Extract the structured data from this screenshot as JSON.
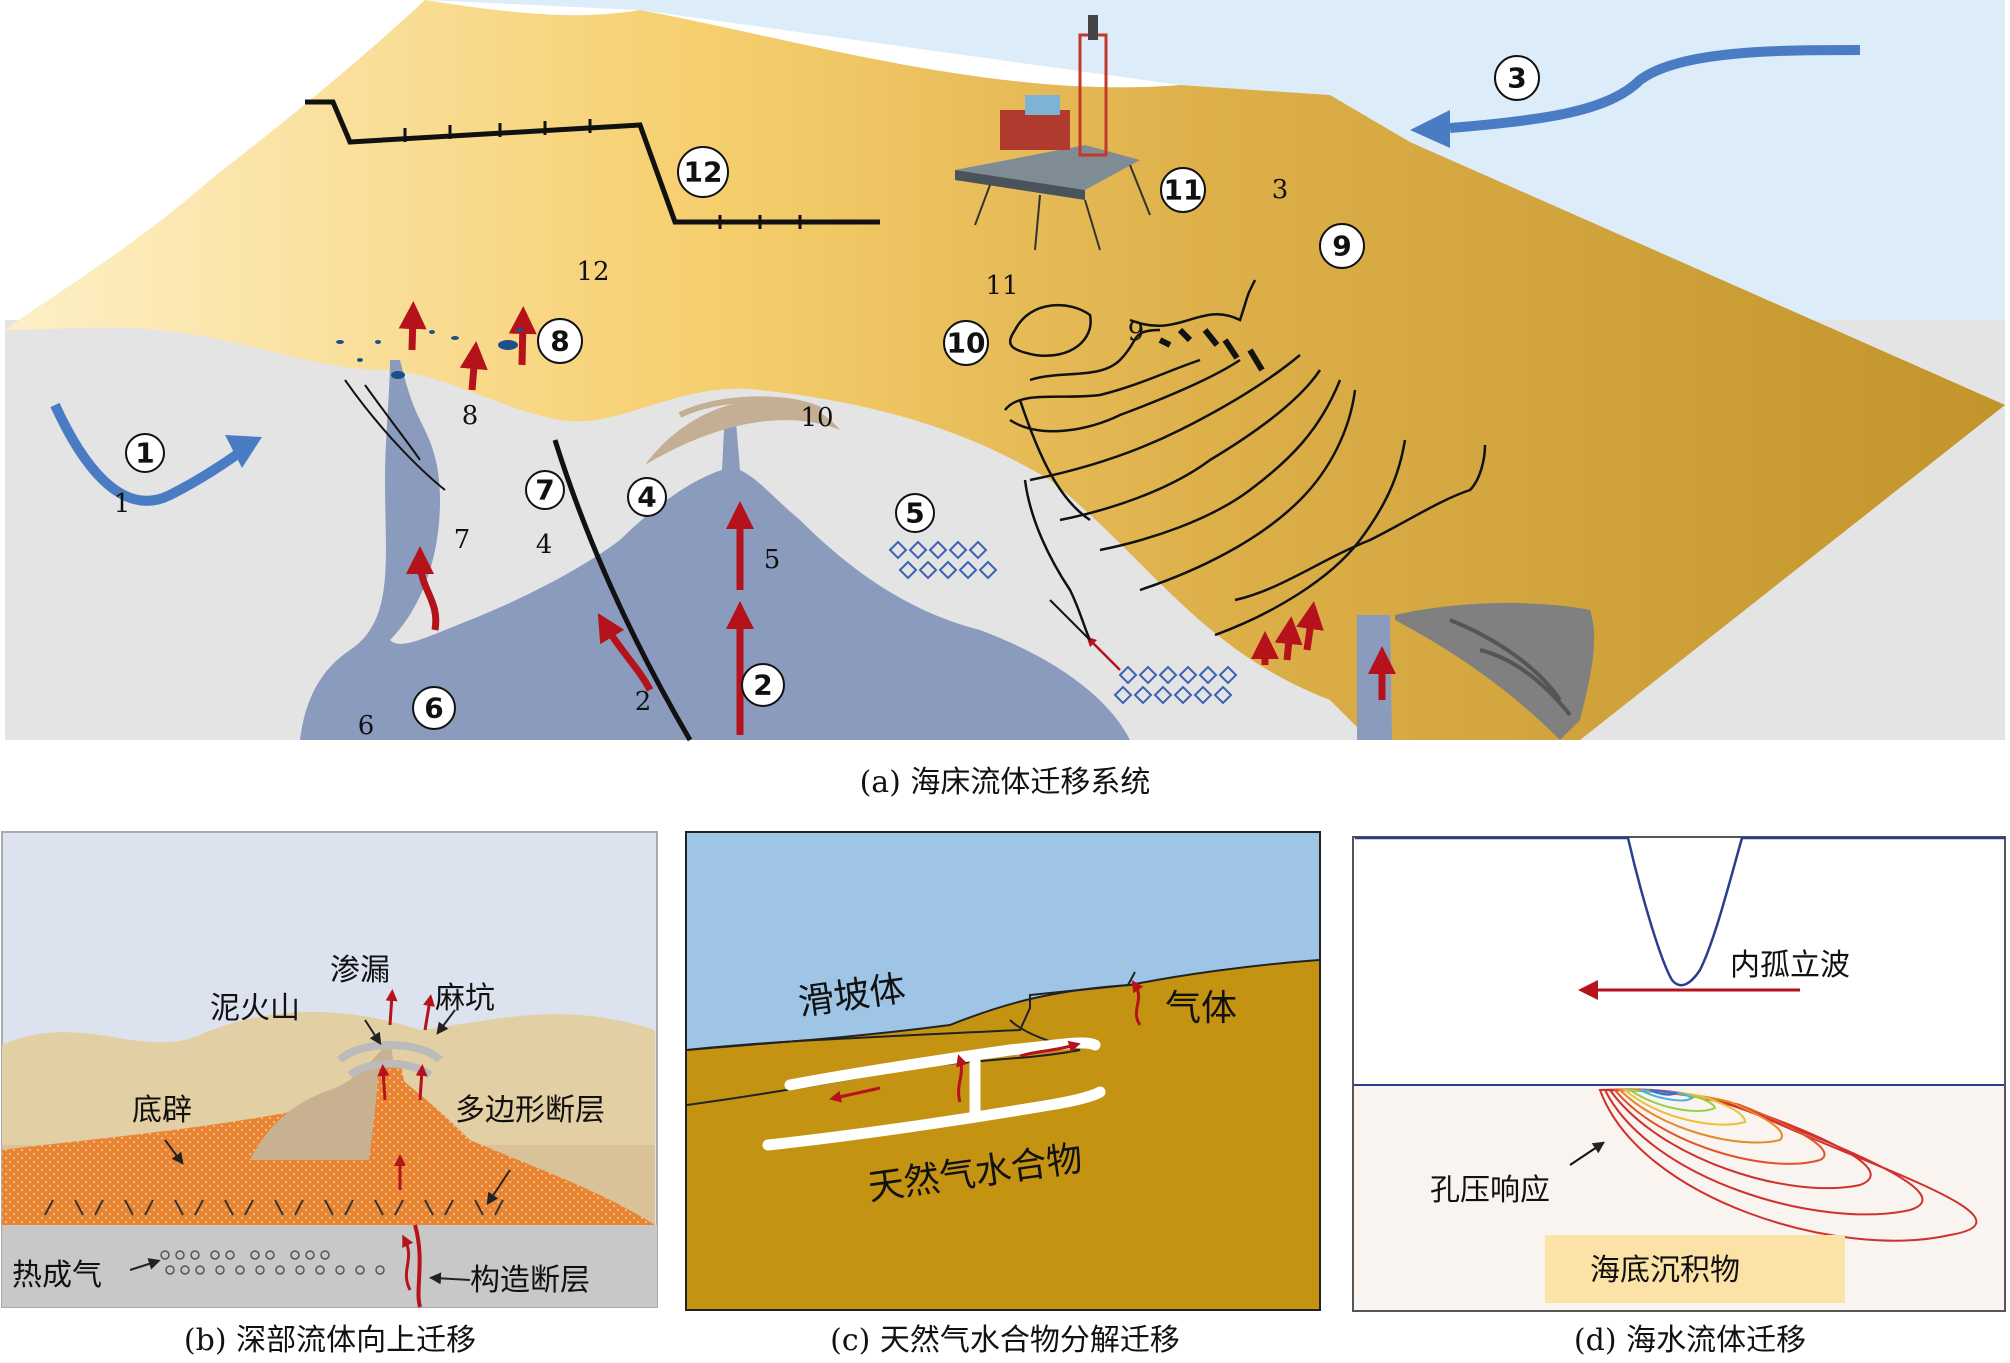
{
  "panel_a": {
    "caption": "(a) 海床流体迁移系统",
    "circled_numbers": [
      "①",
      "②",
      "③",
      "④",
      "⑤",
      "⑥",
      "⑦",
      "⑧",
      "⑨",
      "⑩",
      "⑪",
      "⑫"
    ],
    "plain_numbers": [
      "1",
      "2",
      "3",
      "4",
      "5",
      "6",
      "7",
      "8",
      "9",
      "10",
      "11",
      "12"
    ]
  },
  "panel_b": {
    "caption": "(b) 深部流体向上迁移",
    "labels": {
      "seep": "渗漏",
      "mud_volcano": "泥火山",
      "pockmark": "麻坑",
      "diapir": "底辟",
      "polygonal_fault": "多边形断层",
      "thermogenic_gas": "热成气",
      "tectonic_fault": "构造断层"
    }
  },
  "panel_c": {
    "caption": "(c) 天然气水合物分解迁移",
    "labels": {
      "slide_body": "滑坡体",
      "gas": "气体",
      "gas_hydrate": "天然气水合物"
    }
  },
  "panel_d": {
    "caption": "(d) 海水流体迁移",
    "labels": {
      "internal_solitary_wave": "内孤立波",
      "pore_pressure_response": "孔压响应",
      "seabed_sediment": "海底沉积物"
    }
  },
  "colors": {
    "sea": "#dcecf8",
    "sediment_light": "#fbe6b0",
    "sediment_dark": "#c99a2c",
    "basement": "#e3e3e3",
    "fluid_body": "#8b9bbd",
    "arrow_red": "#b5121b",
    "arrow_blue": "#4a7cc4"
  }
}
